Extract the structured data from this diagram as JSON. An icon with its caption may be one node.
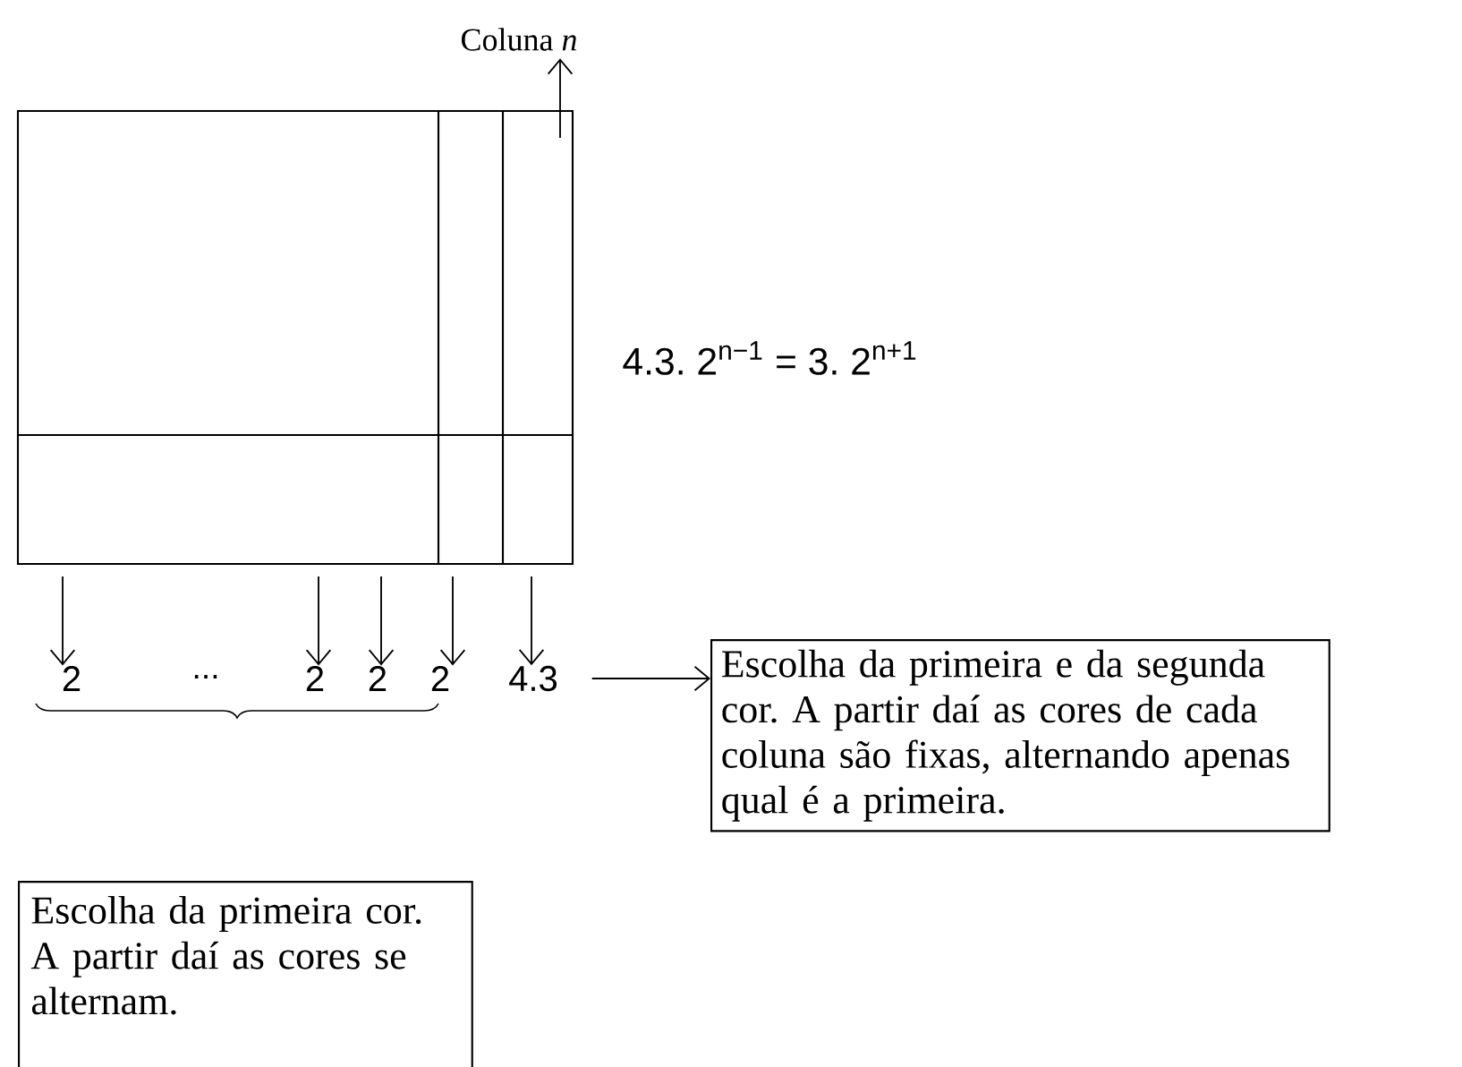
{
  "diagram": {
    "nodes": [
      {
        "text": [
          "Coluna *n*"
        ]
      },
      {
        "text": [
          "2"
        ]
      },
      {
        "text": [
          "2"
        ]
      },
      {
        "text": [
          "2"
        ]
      },
      {
        "text": [
          "2"
        ]
      },
      {
        "text": [
          "4.3"
        ]
      },
      {
        "text": [
          "Escolha da primeira e da segunda cor. A partir daí as cores de cada coluna são fixas, alternando apenas qual é a primeira."
        ]
      },
      {
        "text": [
          "Escolha da primeira cor. A partir daí as cores se alternam."
        ]
      }
    ],
    "edges": [
      {
        "from": null,
        "to": 0,
        "arrow": "to"
      },
      {
        "from": null,
        "to": 1,
        "arrow": "to"
      },
      {
        "from": null,
        "to": 2,
        "arrow": "to"
      },
      {
        "from": null,
        "to": 3,
        "arrow": "to"
      },
      {
        "from": null,
        "to": 4,
        "arrow": "to"
      },
      {
        "from": null,
        "to": 5,
        "arrow": "to"
      },
      {
        "from": 5,
        "to": 6,
        "arrow": "to"
      }
    ],
    "labels": [
      "...",
      "4.3. 2$^{n−1}$ = 3. 2$^{n+1}$"
    ]
  }
}
